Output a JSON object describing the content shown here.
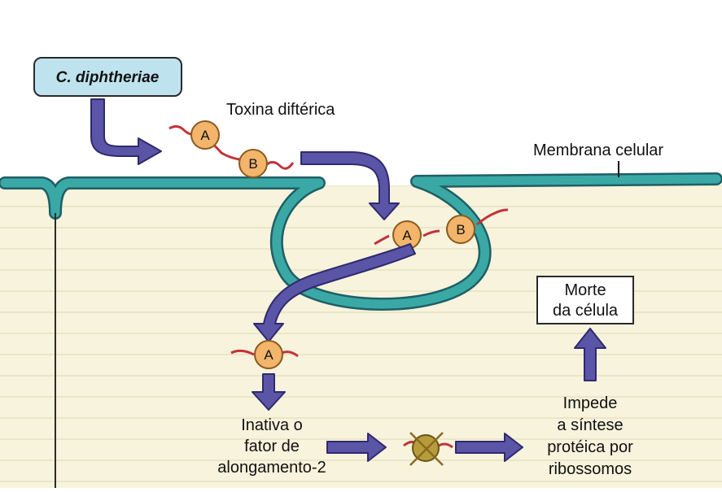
{
  "diagram": {
    "organism_label": "C. diphtheriae",
    "toxin_label": "Toxina diftérica",
    "membrane_label": "Membrana celular",
    "subunit_a": "A",
    "subunit_b": "B",
    "inactivation_lines": [
      "Inativa o",
      "fator de",
      "alongamento-2"
    ],
    "effect_lines": [
      "Impede",
      "a síntese",
      "protéica por",
      "ribossomos"
    ],
    "outcome_lines": [
      "Morte",
      "da célula"
    ]
  },
  "colors": {
    "background": "#ffffff",
    "cytoplasm": "#f7f3dc",
    "membrane": "#3aa9a5",
    "membrane_edge": "#1f5f66",
    "arrow": "#5a55a6",
    "arrow_edge": "#2e2a6e",
    "subunit_fill": "#f2b56b",
    "subunit_edge": "#8a5a1e",
    "chain": "#c2333a",
    "label_box": "#bfe3ee",
    "inactivated": "#b79c3b",
    "cross": "#8a6a1f"
  },
  "icons": {
    "arrow": "block-arrow-icon",
    "inactivated_factor": "crossed-out-factor-icon"
  }
}
